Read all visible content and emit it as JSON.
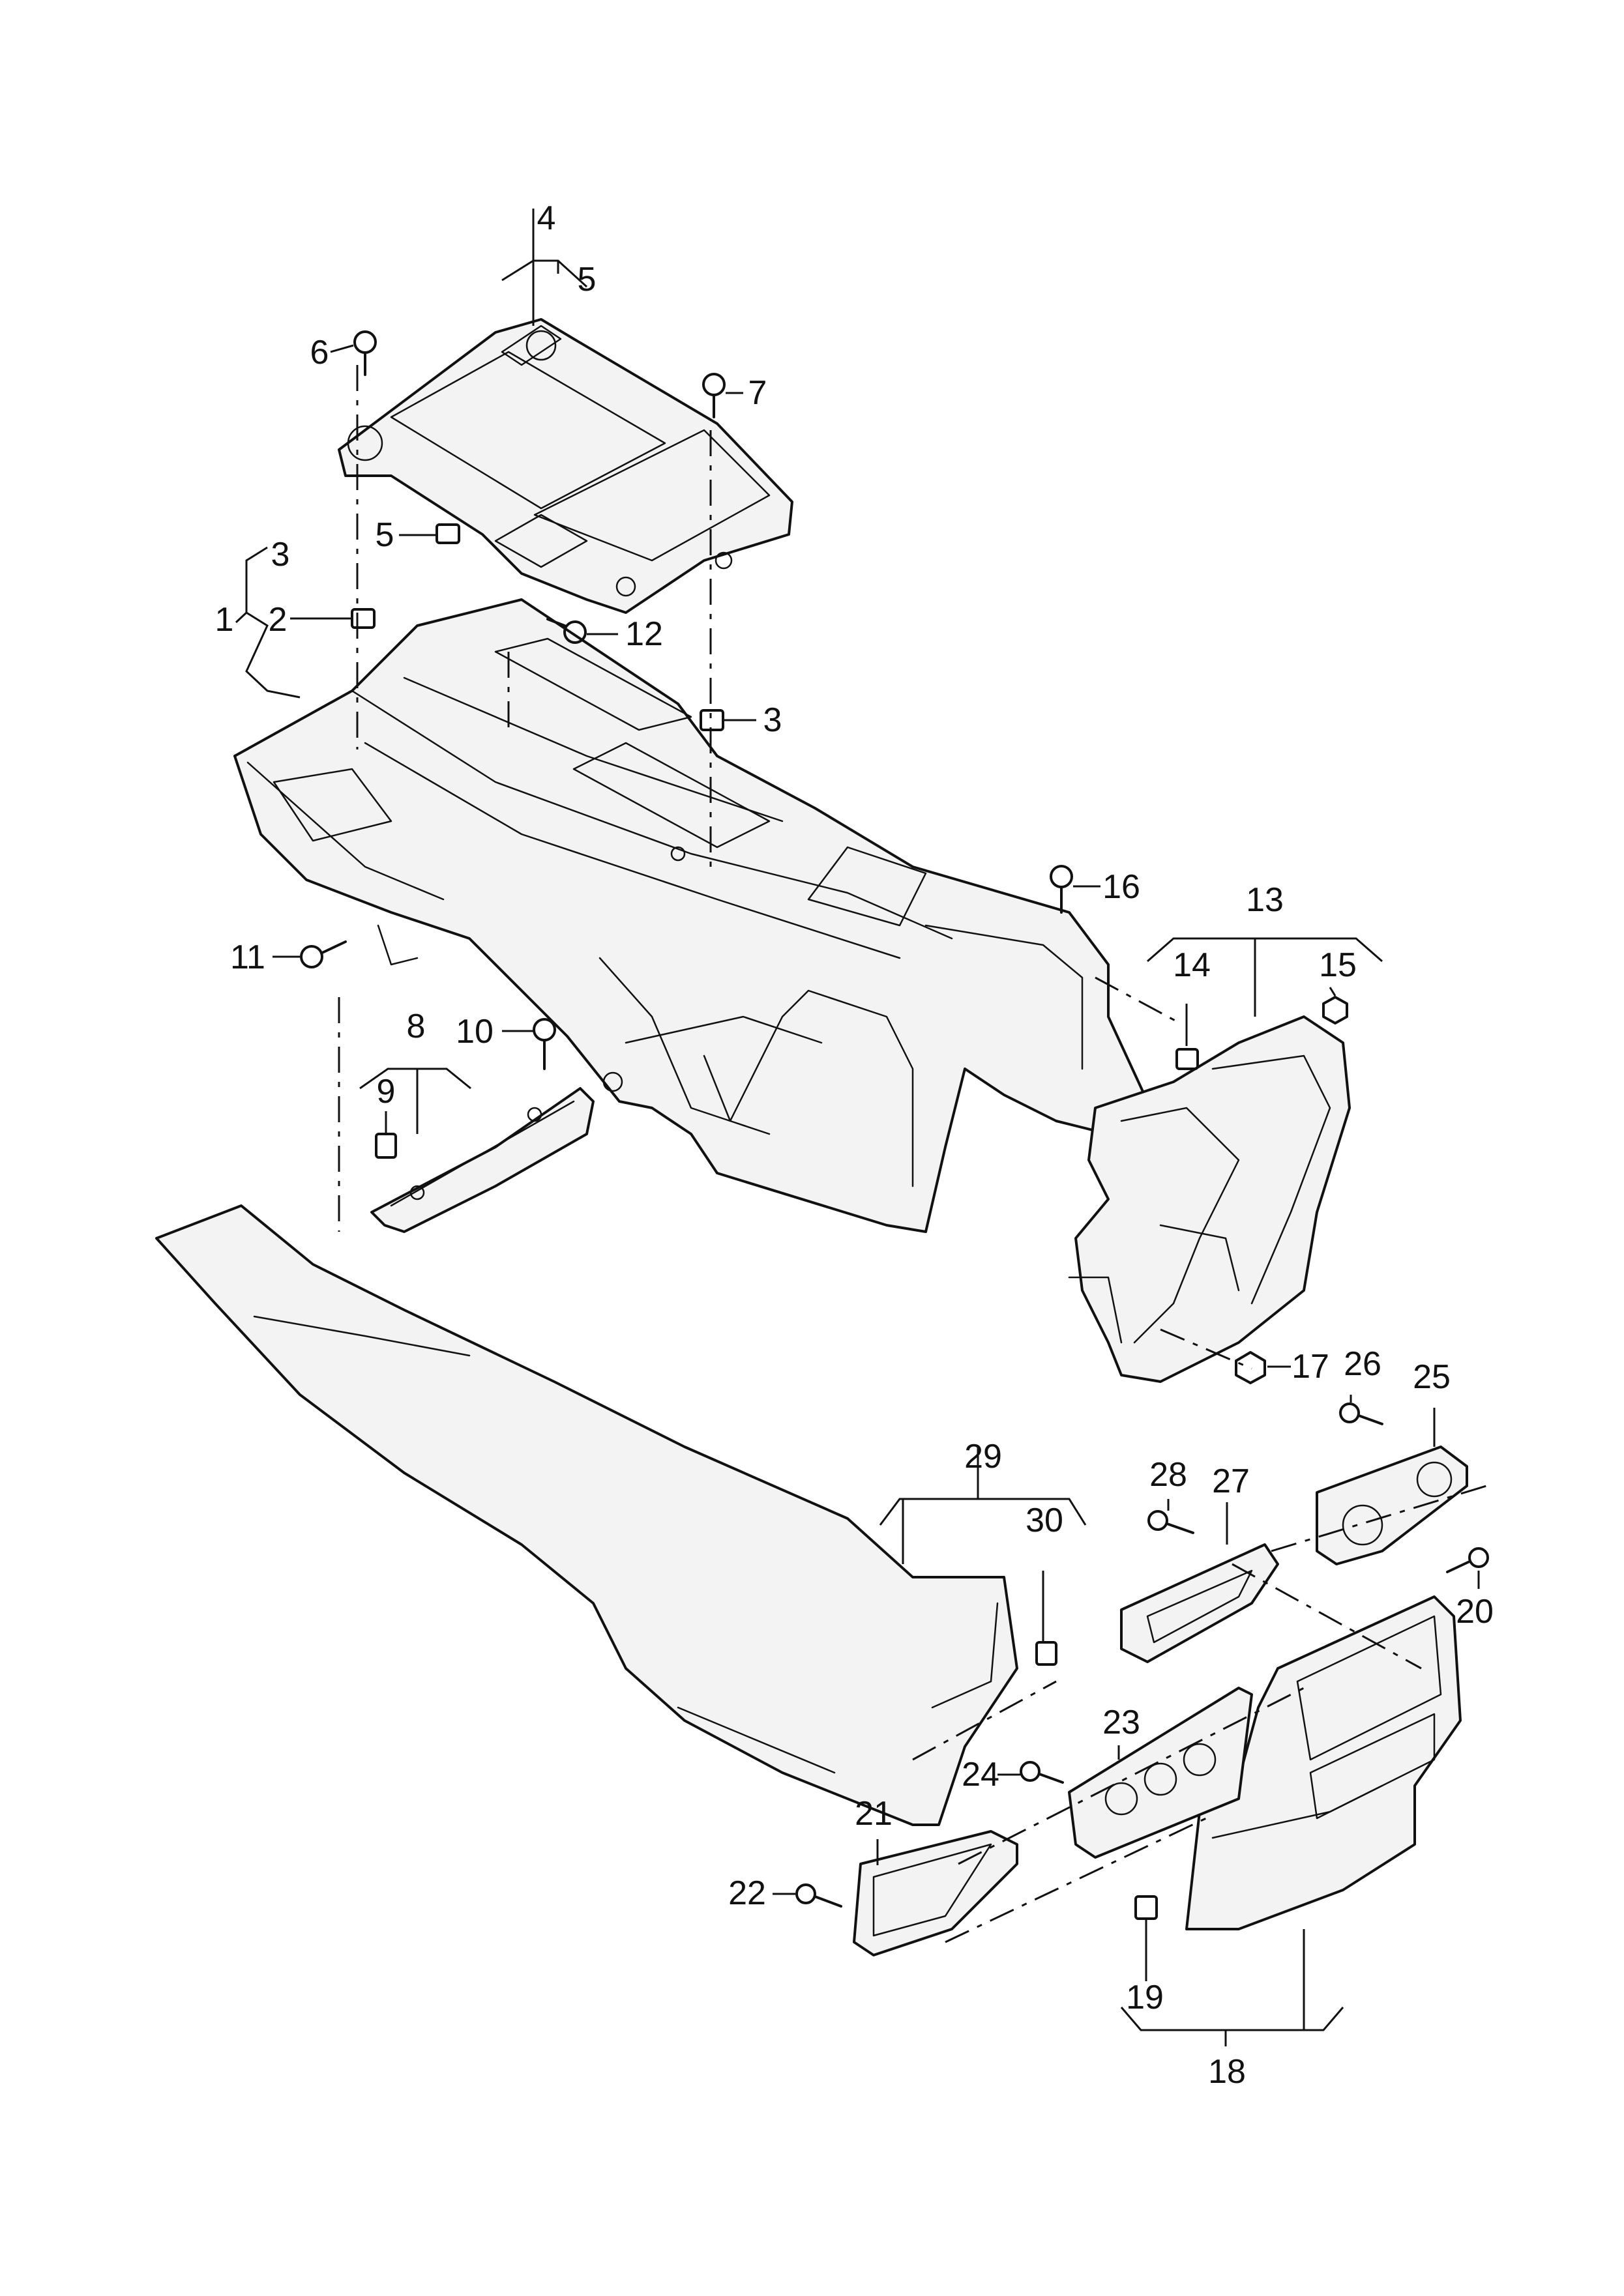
{
  "callouts": {
    "c1": "1",
    "c2": "2",
    "c3a": "3",
    "c3b": "3",
    "c4": "4",
    "c5a": "5",
    "c5b": "5",
    "c6": "6",
    "c7": "7",
    "c8": "8",
    "c9": "9",
    "c10": "10",
    "c11": "11",
    "c12": "12",
    "c13": "13",
    "c14": "14",
    "c15": "15",
    "c16": "16",
    "c17": "17",
    "c18": "18",
    "c19": "19",
    "c20": "20",
    "c21": "21",
    "c22": "22",
    "c23": "23",
    "c24": "24",
    "c25": "25",
    "c26": "26",
    "c27": "27",
    "c28": "28",
    "c29": "29",
    "c30": "30"
  }
}
